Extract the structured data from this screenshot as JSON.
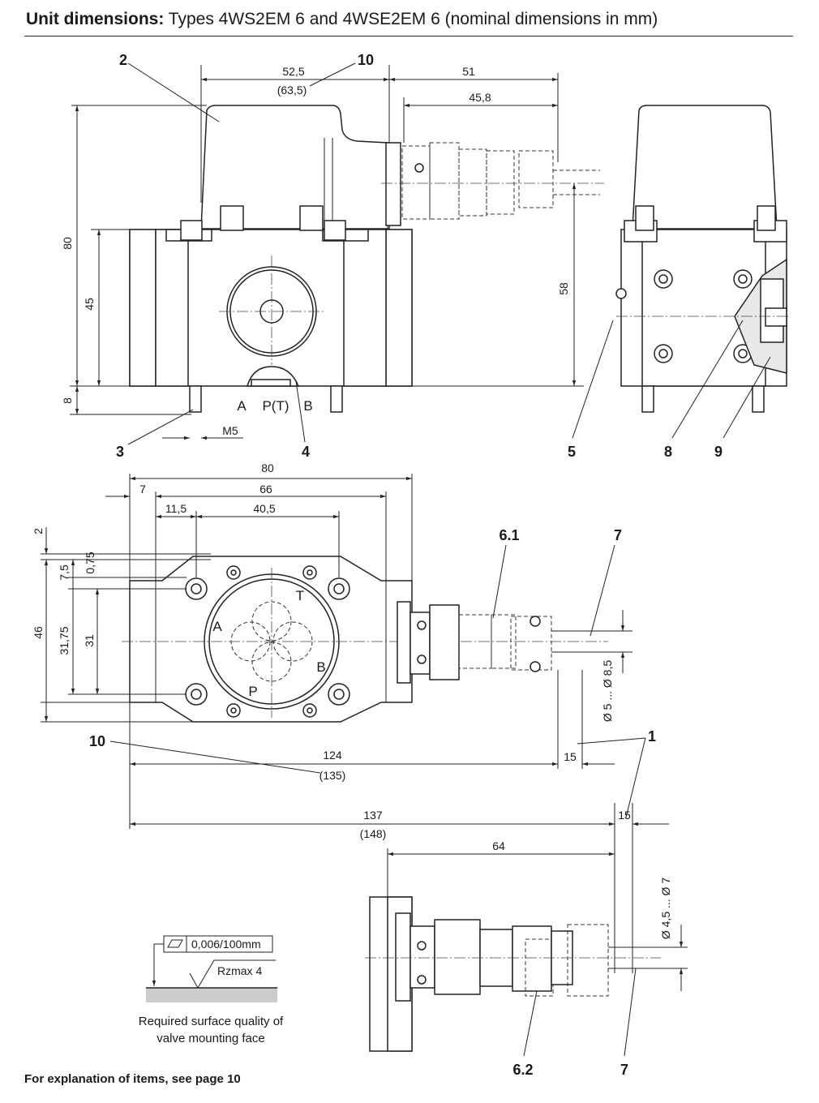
{
  "title": {
    "bold": "Unit dimensions:",
    "rest": " Types 4WS2EM 6 and 4WSE2EM 6 (nominal dimensions in mm)"
  },
  "footer": "For explanation of items, see page 10",
  "top_view": {
    "dims": {
      "w52_5": "52,5",
      "w63_5": "(63,5)",
      "w51": "51",
      "w45_8": "45,8",
      "h80": "80",
      "h45": "45",
      "h58": "58",
      "h8": "8",
      "m5": "M5"
    },
    "ports": {
      "a": "A",
      "pt": "P(T)",
      "b": "B"
    },
    "items": {
      "i2": "2",
      "i10": "10",
      "i3": "3",
      "i4": "4",
      "i5": "5",
      "i8": "8",
      "i9": "9"
    }
  },
  "plan_view": {
    "dims": {
      "w80": "80",
      "w7": "7",
      "w66": "66",
      "w11_5": "11,5",
      "w40_5": "40,5",
      "h2": "2",
      "h0_75": "0,75",
      "h7_5": "7,5",
      "h46": "46",
      "h31_75": "31,75",
      "h31": "31",
      "dia": "Ø 5 ... Ø 8,5",
      "w15a": "15",
      "w124": "124",
      "w135": "(135)",
      "w137": "137",
      "w148": "(148)",
      "w15b": "15"
    },
    "ports": {
      "a": "A",
      "t": "T",
      "b": "B",
      "p": "P"
    },
    "items": {
      "i6_1": "6.1",
      "i7": "7",
      "i10": "10",
      "i1": "1"
    }
  },
  "plug_view": {
    "dims": {
      "w64": "64",
      "dia": "Ø 4,5 ... Ø 7"
    },
    "items": {
      "i6_2": "6.2",
      "i7": "7"
    }
  },
  "surface": {
    "flatness": "0,006/100mm",
    "roughness": "Rzmax  4",
    "caption1": "Required surface quality of",
    "caption2": "valve mounting face"
  }
}
